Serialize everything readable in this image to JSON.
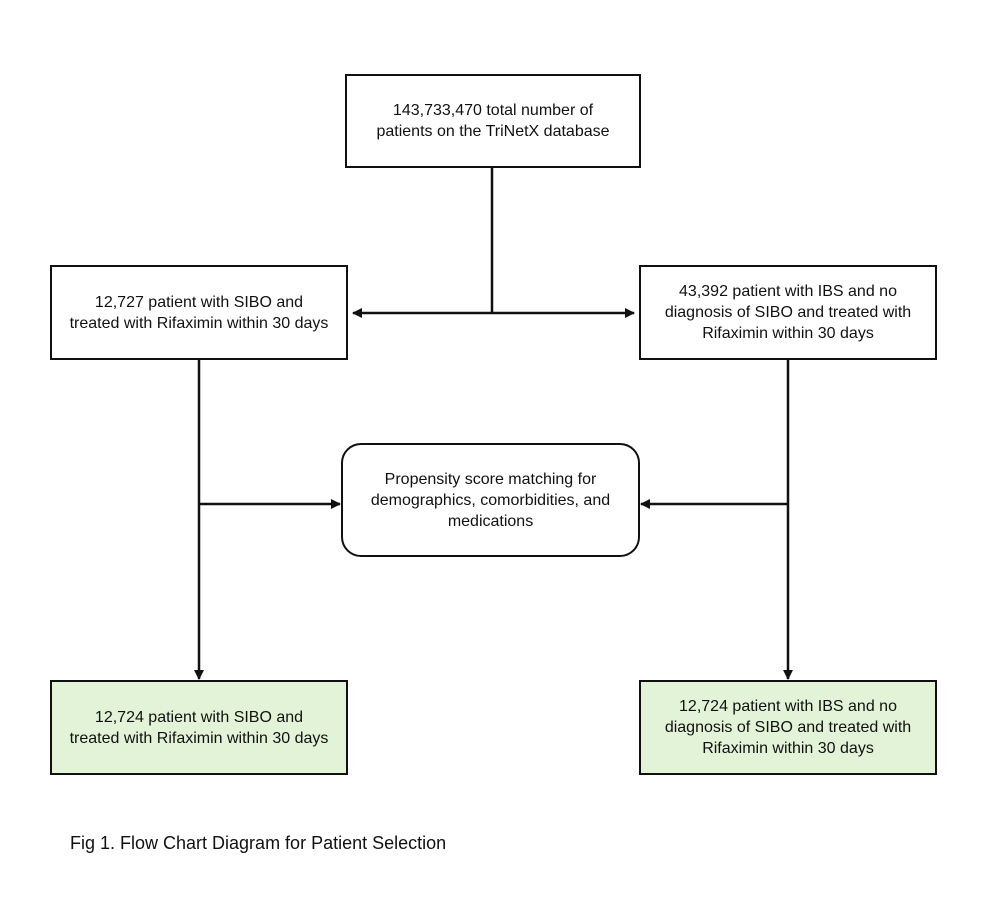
{
  "diagram": {
    "nodes": {
      "total": {
        "text": "143,733,470 total number of patients on the TriNetX database"
      },
      "sibo_group": {
        "text": "12,727 patient with SIBO and treated with Rifaximin within 30 days"
      },
      "ibs_group": {
        "text": "43,392 patient with IBS and no diagnosis of SIBO and treated with Rifaximin within 30 days"
      },
      "matching": {
        "text": "Propensity score matching for demographics, comorbidities, and medications"
      },
      "sibo_matched": {
        "text": "12,724 patient with SIBO and treated with Rifaximin within 30 days"
      },
      "ibs_matched": {
        "text": "12,724 patient with IBS and no diagnosis of SIBO and treated with Rifaximin within 30 days"
      }
    },
    "caption": "Fig 1. Flow Chart Diagram for Patient Selection",
    "colors": {
      "line": "#111111",
      "matched_fill": "#e3f3d8",
      "box_fill": "#ffffff"
    }
  }
}
